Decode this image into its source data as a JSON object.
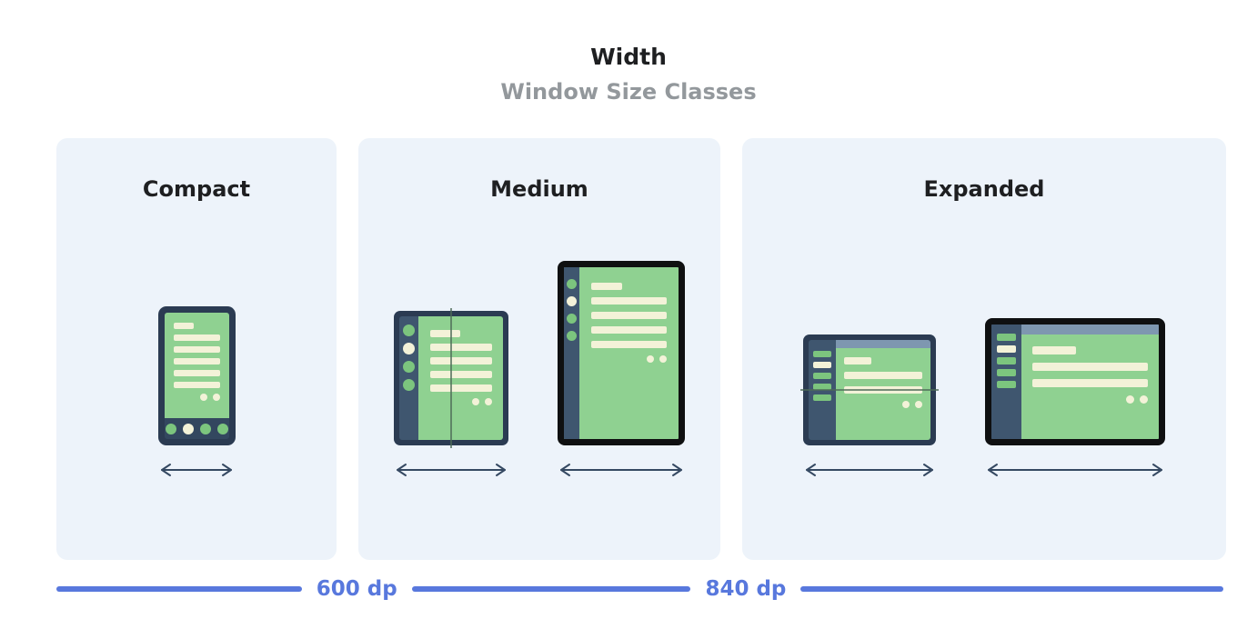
{
  "header": {
    "title": "Width",
    "subtitle": "Window Size Classes"
  },
  "size_classes": [
    {
      "label": "Compact",
      "devices": [
        "phone-portrait"
      ]
    },
    {
      "label": "Medium",
      "devices": [
        "foldable-portrait",
        "tablet-portrait"
      ]
    },
    {
      "label": "Expanded",
      "devices": [
        "foldable-landscape",
        "tablet-landscape"
      ]
    }
  ],
  "breakpoints": {
    "first": "600 dp",
    "second": "840 dp"
  },
  "icons": {
    "width_arrow": "horizontal-double-arrow"
  },
  "illustration": {
    "phone_nav_dot_colors": [
      "green",
      "cream",
      "green",
      "green"
    ],
    "rail_dot_colors": [
      "green",
      "cream",
      "green",
      "green"
    ],
    "sidebar_bar_colors": [
      "green",
      "cream",
      "green",
      "green",
      "green"
    ]
  },
  "colors": {
    "page_bg": "#ffffff",
    "panel_bg": "#edf3fa",
    "title_color": "#1e1f21",
    "subtitle_color": "#93989c",
    "frame_navy": "#2b3b52",
    "rail_navy": "#3f566f",
    "navbar_navy": "#33475f",
    "frame_black": "#0f1011",
    "screen_green": "#8fd191",
    "accent_green": "#7cc57e",
    "cream": "#f3f2d8",
    "topbar_blue": "#7e97b0",
    "fold_line": "#4e6b58",
    "arrow_color": "#354962",
    "ruler_blue": "#5878dd"
  }
}
